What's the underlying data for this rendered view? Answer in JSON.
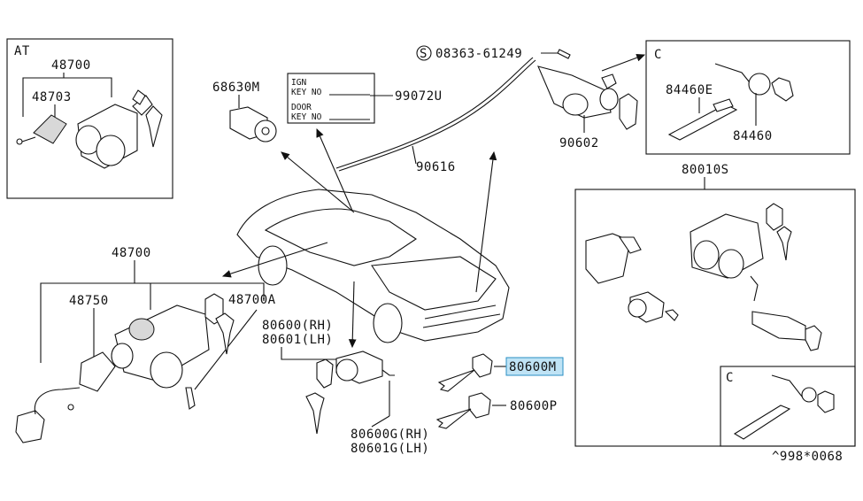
{
  "labels": {
    "at_box_title": "AT",
    "p48700_top": "48700",
    "p48703": "48703",
    "p68630m": "68630M",
    "ign_key_no": "IGN\nKEY NO",
    "door_key_no": "DOOR\nKEY NO",
    "p99072u": "99072U",
    "screw": "08363-61249",
    "screw_symbol": "S",
    "p90616": "90616",
    "p90602": "90602",
    "c_box_top_title": "C",
    "p84460e": "84460E",
    "p84460": "84460",
    "p80010s": "80010S",
    "p48700_mid": "48700",
    "p48750": "48750",
    "p48700a": "48700A",
    "p80600_rh": "80600(RH)",
    "p80601_lh": "80601(LH)",
    "p80600m": "80600M",
    "p80600p": "80600P",
    "p80600g_rh": "80600G(RH)",
    "p80601g_lh": "80601G(LH)",
    "c_box_bottom_title": "C",
    "diagram_code": "^998*0068"
  },
  "highlight_color": "#bfe3f5"
}
